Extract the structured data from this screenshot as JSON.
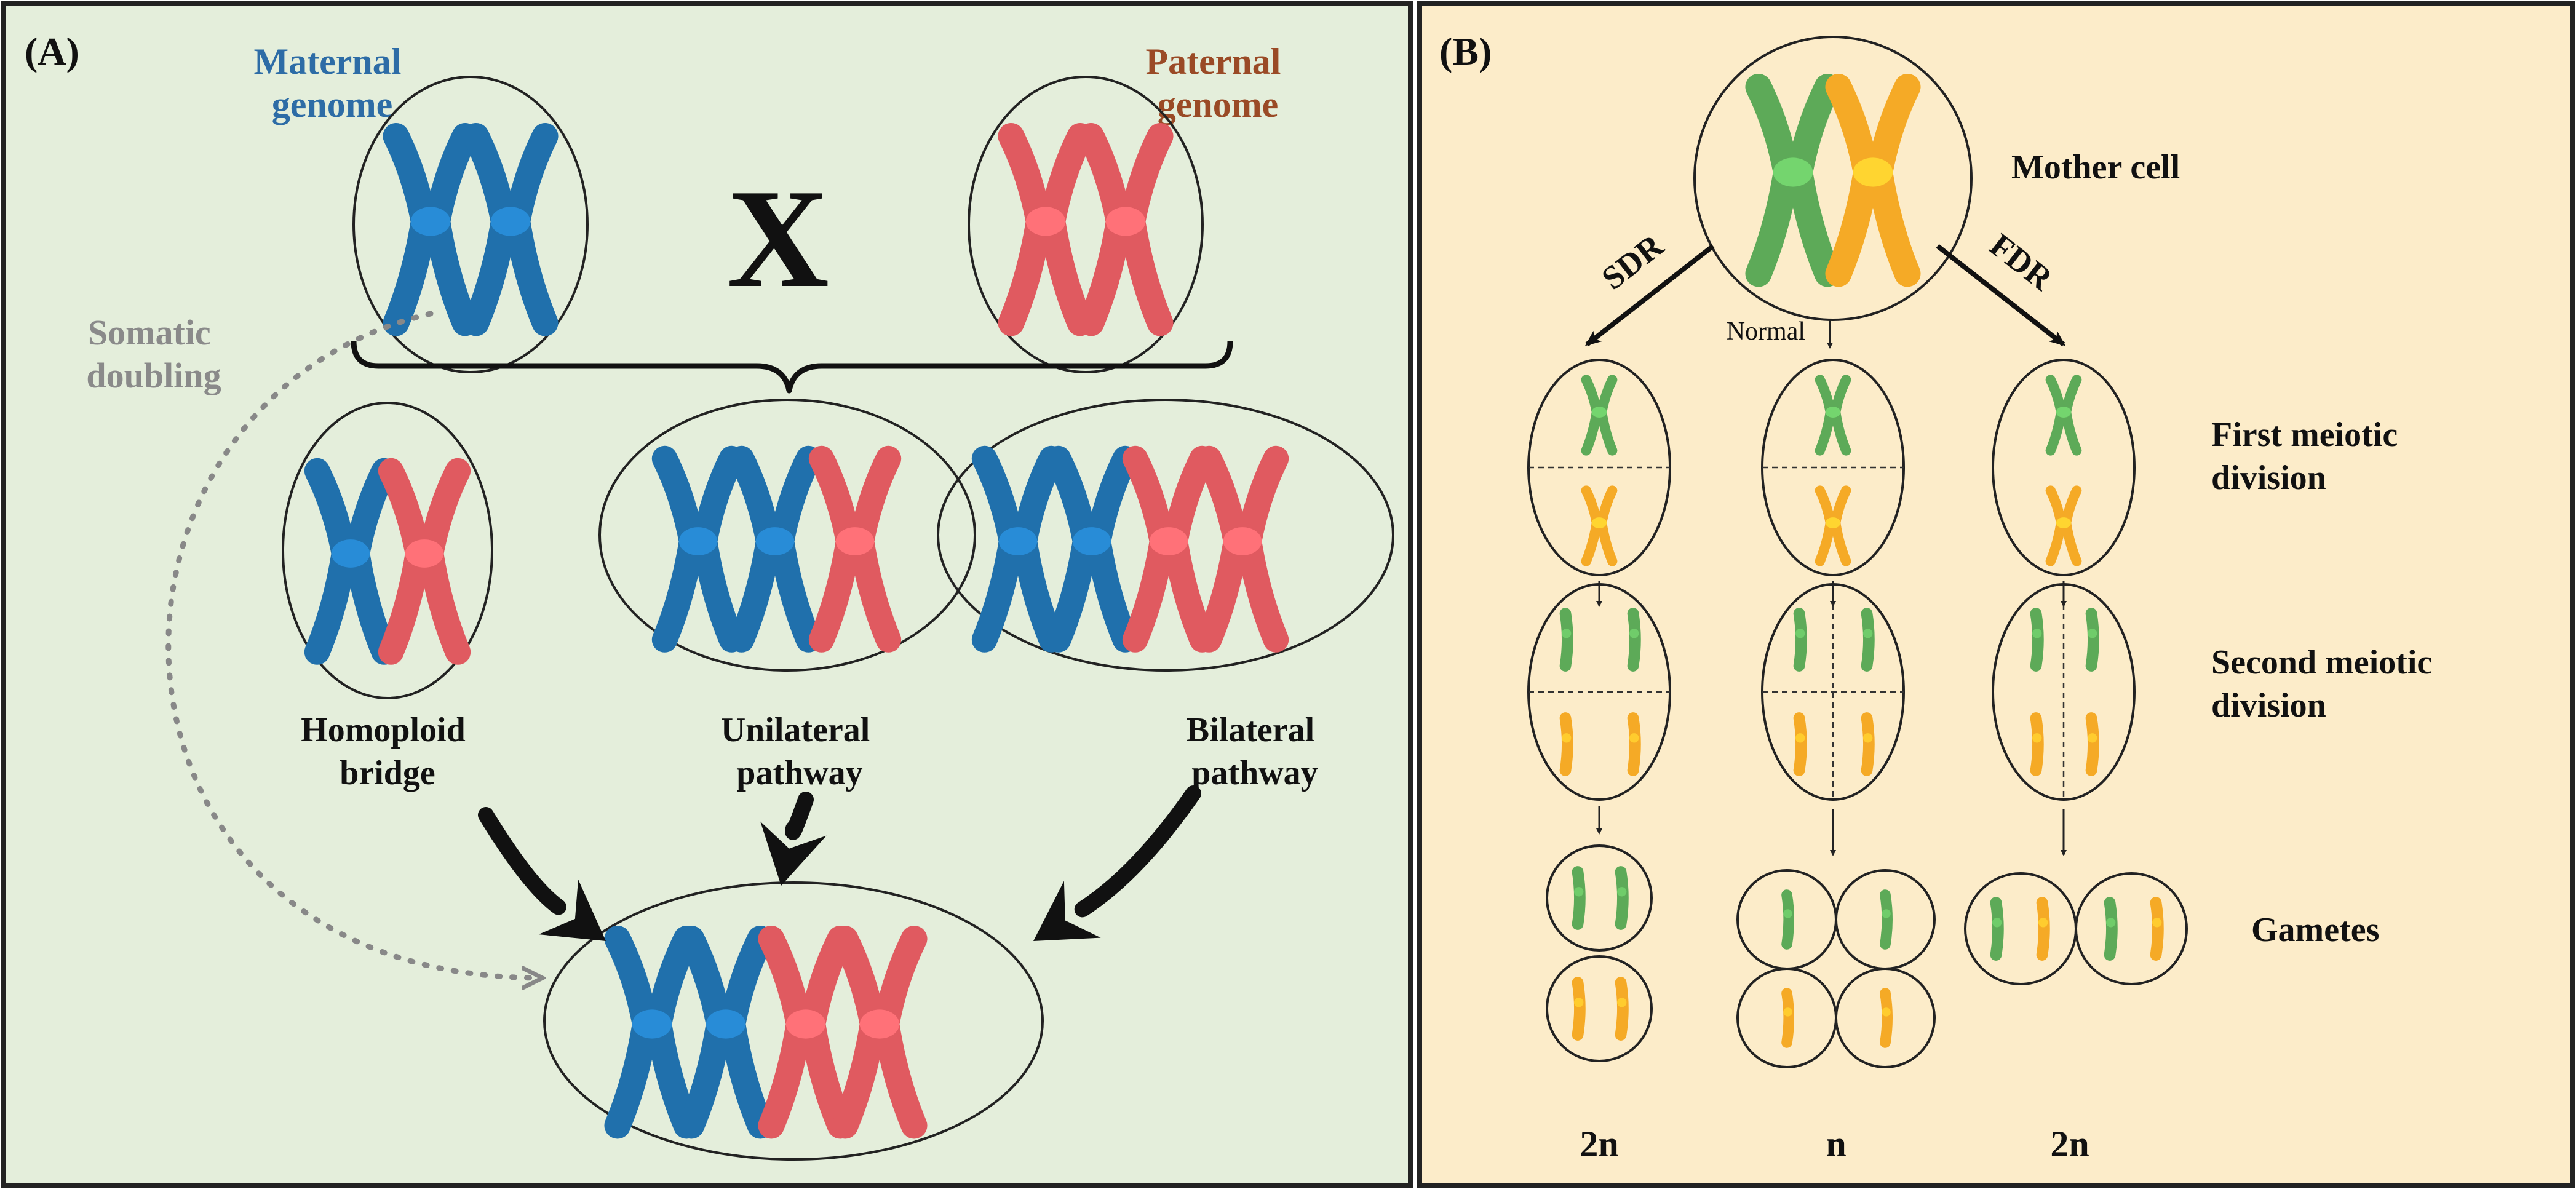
{
  "panel_a": {
    "label": "(A)",
    "maternal": "Maternal genome",
    "paternal": "Paternal genome",
    "cross_symbol": "X",
    "somatic": "Somatic doubling",
    "homoploid": "Homoploid bridge",
    "unilateral": "Unilateral pathway",
    "bilateral": "Bilateral pathway"
  },
  "panel_b": {
    "label": "(B)",
    "mother_cell": "Mother cell",
    "sdr": "SDR",
    "fdr": "FDR",
    "normal": "Normal",
    "first_division": "First meiotic division",
    "second_division": "Second meiotic division",
    "gametes": "Gametes",
    "ploidy_sdr": "2n",
    "ploidy_normal": "n",
    "ploidy_fdr": "2n"
  },
  "colors": {
    "panel_a_bg": "#e4eedb",
    "panel_b_bg": "#fcecc9",
    "maternal": "#2070ac",
    "paternal": "#e05a60",
    "green": "#5daa58",
    "orange": "#f5aa26",
    "maternal_text": "#2d6ca6",
    "paternal_text": "#9a4a26",
    "somatic_text": "#8a8a8a"
  }
}
